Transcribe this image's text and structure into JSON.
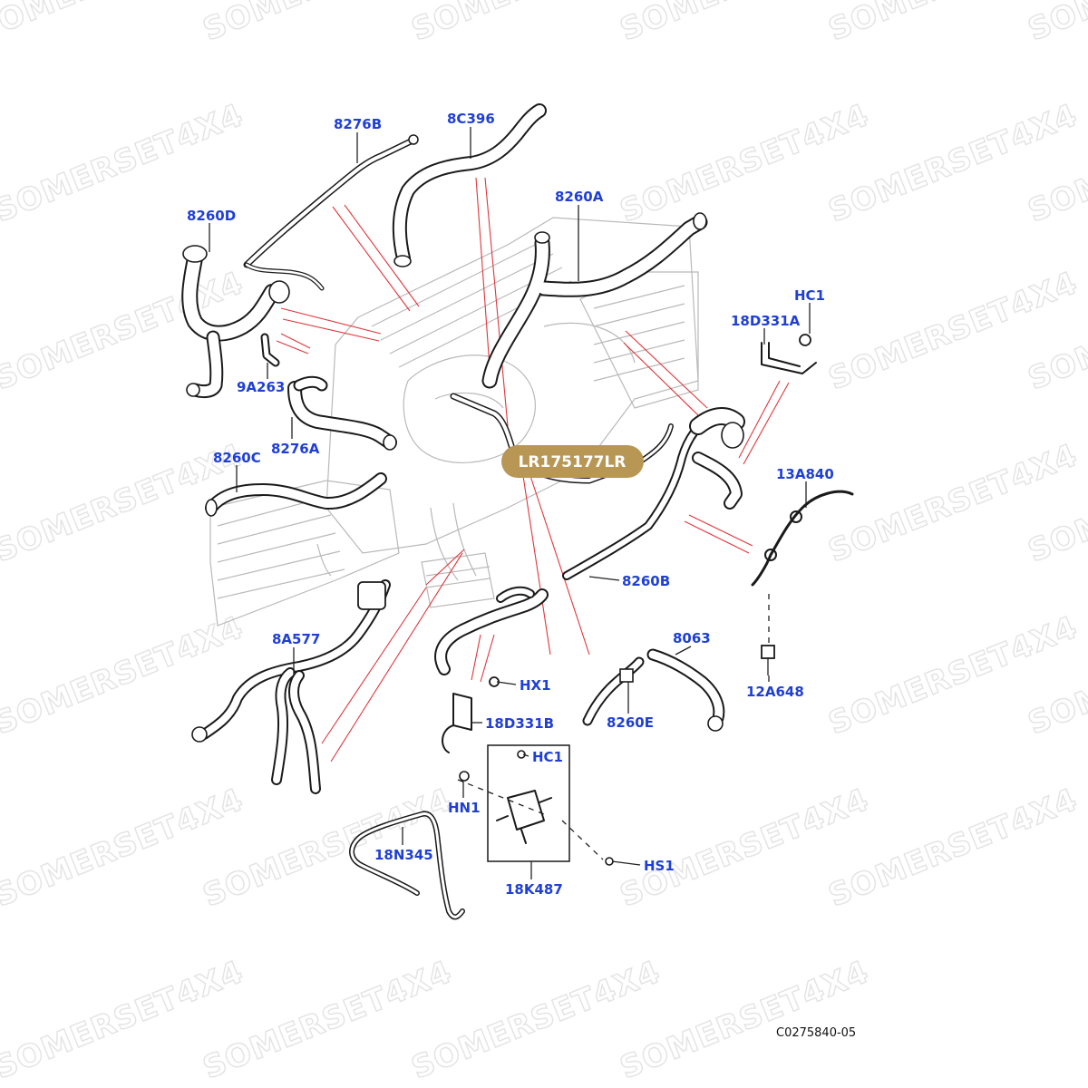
{
  "watermark": "SOMERSET4X4",
  "highlight": {
    "label": "LR175177LR",
    "color": "#b89654"
  },
  "label_color": "#1f3fd6",
  "diagram_ref": "C0275840-05",
  "parts": [
    {
      "id": "8276B",
      "label": "8276B"
    },
    {
      "id": "8C396",
      "label": "8C396"
    },
    {
      "id": "8260A",
      "label": "8260A"
    },
    {
      "id": "8260D",
      "label": "8260D"
    },
    {
      "id": "HC1_top",
      "label": "HC1"
    },
    {
      "id": "18D331A",
      "label": "18D331A"
    },
    {
      "id": "9A263",
      "label": "9A263"
    },
    {
      "id": "8276A",
      "label": "8276A"
    },
    {
      "id": "8260C",
      "label": "8260C"
    },
    {
      "id": "13A840",
      "label": "13A840"
    },
    {
      "id": "8260B",
      "label": "8260B"
    },
    {
      "id": "8A577",
      "label": "8A577"
    },
    {
      "id": "8063",
      "label": "8063"
    },
    {
      "id": "HX1",
      "label": "HX1"
    },
    {
      "id": "12A648",
      "label": "12A648"
    },
    {
      "id": "18D331B",
      "label": "18D331B"
    },
    {
      "id": "8260E",
      "label": "8260E"
    },
    {
      "id": "HC1_bottom",
      "label": "HC1"
    },
    {
      "id": "HN1",
      "label": "HN1"
    },
    {
      "id": "18N345",
      "label": "18N345"
    },
    {
      "id": "HS1",
      "label": "HS1"
    },
    {
      "id": "18K487",
      "label": "18K487"
    }
  ]
}
